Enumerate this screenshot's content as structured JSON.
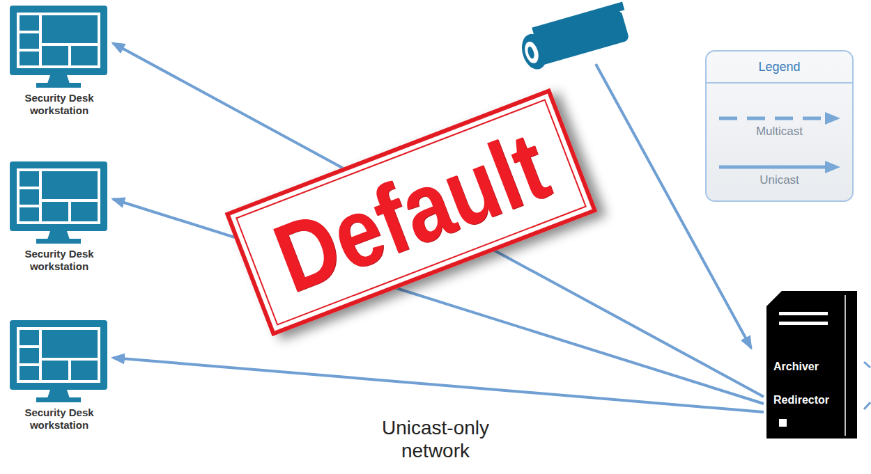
{
  "diagram": {
    "nodes": [
      {
        "text": [
          "Security Desk workstation"
        ]
      },
      {
        "text": [
          "Security Desk workstation"
        ]
      },
      {
        "text": [
          "Security Desk workstation"
        ]
      },
      {
        "text": [
          "Archiver",
          "Redirector"
        ]
      }
    ],
    "edges": [
      {
        "from": 3,
        "to": 0,
        "arrow": "to"
      },
      {
        "from": 3,
        "to": 1,
        "arrow": "to"
      },
      {
        "from": 3,
        "to": 2,
        "arrow": "to"
      }
    ],
    "labels": [
      "Default",
      "Unicast-only network",
      "Legend"
    ],
    "legend": [
      {
        "text": "Multicast"
      },
      {
        "text": "Unicast"
      }
    ]
  }
}
